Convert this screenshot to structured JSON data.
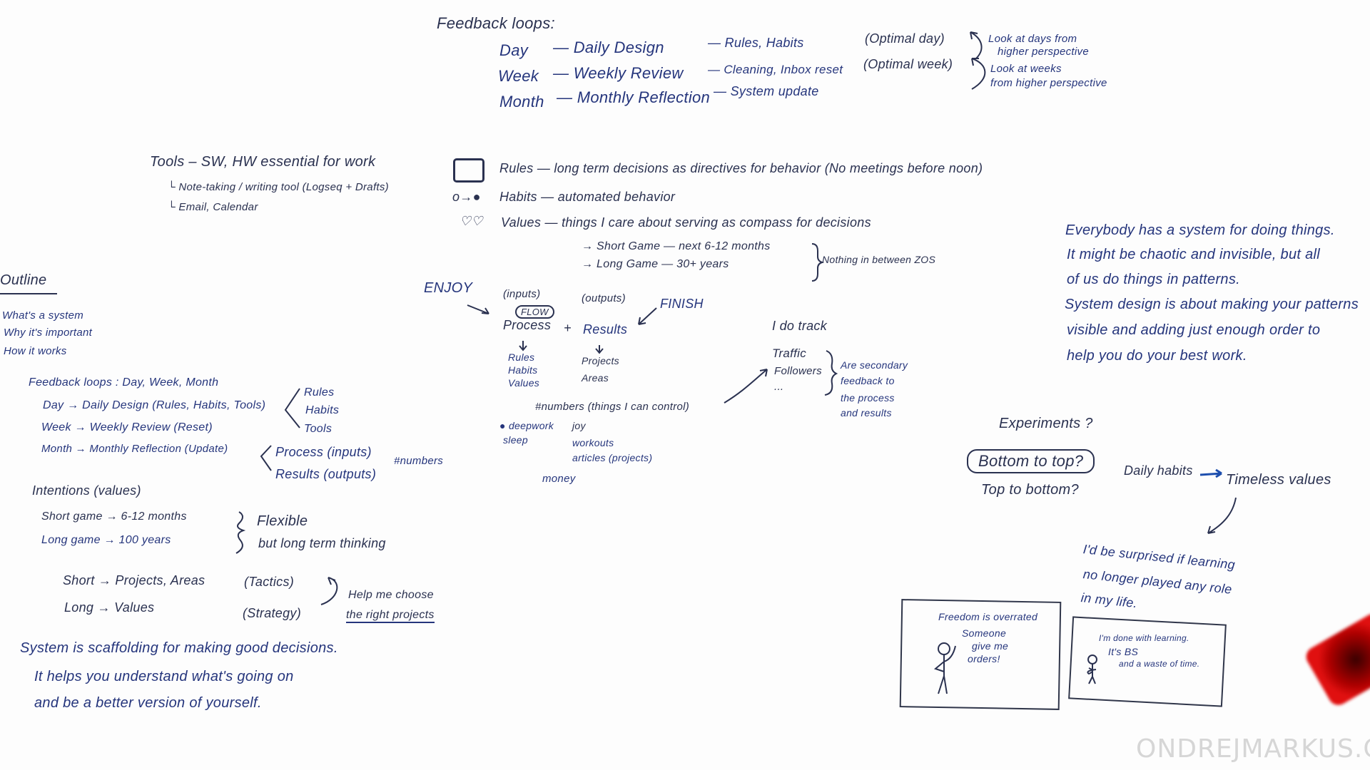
{
  "feedback_loops": {
    "title": "Feedback loops:",
    "rows": [
      {
        "period": "Day",
        "ritual": "— Daily Design",
        "focus": "— Rules, Habits",
        "note": "(Optimal day)"
      },
      {
        "period": "Week",
        "ritual": "— Weekly Review",
        "focus": "— Cleaning, Inbox reset",
        "note": "(Optimal week)"
      },
      {
        "period": "Month",
        "ritual": "— Monthly Reflection",
        "focus": "— System update",
        "note": ""
      }
    ],
    "side_notes": [
      "Look at days from",
      "higher perspective",
      "Look at weeks",
      "from higher perspective"
    ]
  },
  "tools": {
    "title": "Tools – SW, HW essential for work",
    "items": [
      "└ Note-taking / writing tool (Logseq + Drafts)",
      "└ Email, Calendar"
    ]
  },
  "pillars": {
    "rules": "Rules  — long term decisions as directives for behavior (No meetings before noon)",
    "habits": "Habits  — automated behavior",
    "habits_icon": "o→●",
    "values": "Values  — things I care about serving as compass for decisions",
    "values_icon": "♡♡",
    "short_game": "→ Short Game — next 6-12 months",
    "long_game": "→ Long Game — 30+ years",
    "between": "Nothing in between ZOS"
  },
  "outline": {
    "title": "Outline",
    "items": [
      "What's a system",
      "Why it's important",
      "How it works"
    ],
    "feedback_title": "Feedback loops : Day, Week, Month",
    "loops": [
      "Day → Daily Design (Rules, Habits, Tools)",
      "Week → Weekly Review (Reset)",
      "Month → Monthly Reflection (Update)"
    ],
    "tools_list": [
      "Rules",
      "Habits",
      "Tools"
    ],
    "process": "Process (inputs)",
    "results": "Results (outputs)",
    "numbers": "#numbers",
    "intentions": "Intentions (values)",
    "short_game": "Short game → 6-12 months",
    "long_game": "Long game → 100 years",
    "flexible": "Flexible",
    "long_term": "but long term thinking",
    "short": "Short → Projects, Areas",
    "tactics": "(Tactics)",
    "long": "Long → Values",
    "strategy": "(Strategy)",
    "help_1": "Help me choose",
    "help_2": "the right projects",
    "summary": [
      "System is scaffolding for making good decisions.",
      "It helps you understand what's going on",
      "and be a better version of yourself."
    ]
  },
  "flow": {
    "enjoy": "ENJOY",
    "inputs": "(inputs)",
    "flow": "FLOW",
    "process": "Process",
    "plus": "+",
    "results": "Results",
    "outputs": "(outputs)",
    "finish": "FINISH",
    "process_items": [
      "Rules",
      "Habits",
      "Values"
    ],
    "result_items": [
      "Projects",
      "Areas"
    ],
    "numbers": "#numbers (things I can control)",
    "deepwork": "deepwork",
    "metrics_left": [
      "sleep"
    ],
    "metrics_right": [
      "joy",
      "workouts",
      "articles (projects)"
    ],
    "money": "money",
    "track_title": "I do track",
    "track_items": [
      "Traffic",
      "Followers",
      "..."
    ],
    "secondary": [
      "Are secondary",
      "feedback to",
      "the process",
      "and results"
    ]
  },
  "everybody": [
    "Everybody has a system for doing things.",
    "It might be chaotic and invisible, but all",
    "of us do things in patterns.",
    "System design is about making your patterns",
    "visible and adding just enough order to",
    "help  you do your best work."
  ],
  "experiments": {
    "title": "Experiments ?",
    "bottom_up": "Bottom to top?",
    "top_down": "Top to bottom?",
    "daily_habits": "Daily habits",
    "timeless": "Timeless values",
    "surprised": [
      "I'd be surprised if learning",
      "no longer played any role",
      "in my life."
    ]
  },
  "comics": {
    "panel1": [
      "Freedom is overrated",
      "Someone",
      "give me",
      "orders!"
    ],
    "panel2": [
      "I'm done with learning.",
      "It's BS",
      "and a waste of time."
    ]
  },
  "watermark": "ONDREJMARKUS.COM",
  "colors": {
    "ink": "#25357c",
    "dark_ink": "#2a3150",
    "board": "#fdfdfd",
    "watermark": "#d6d6d6",
    "eraser": "#d01010"
  }
}
